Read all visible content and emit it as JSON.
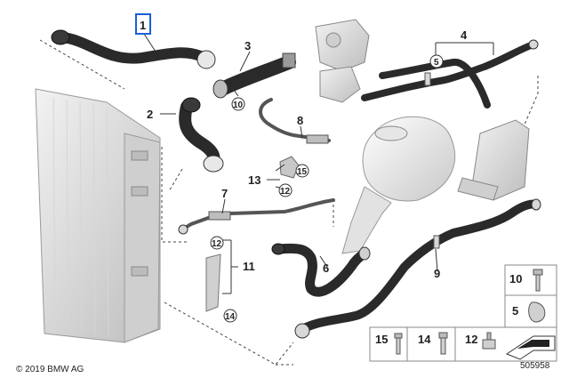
{
  "callouts": {
    "c1": "1",
    "c2": "2",
    "c3": "3",
    "c4": "4",
    "c5": "5",
    "c6": "6",
    "c7": "7",
    "c8": "8",
    "c9": "9",
    "c10": "10",
    "c11": "11",
    "c12": "12",
    "c13": "13",
    "c14": "14",
    "c15": "15"
  },
  "legend": {
    "items": [
      {
        "id": "10",
        "label": "10"
      },
      {
        "id": "5",
        "label": "5"
      },
      {
        "id": "15",
        "label": "15"
      },
      {
        "id": "14",
        "label": "14"
      },
      {
        "id": "12",
        "label": "12"
      }
    ]
  },
  "footer": {
    "copyright": "© 2019 BMW AG",
    "diagram_number": "505958"
  },
  "colors": {
    "highlight": "#1a5fd6",
    "hose": "#2a2a2a",
    "part_gray": "#d9d9d9"
  }
}
